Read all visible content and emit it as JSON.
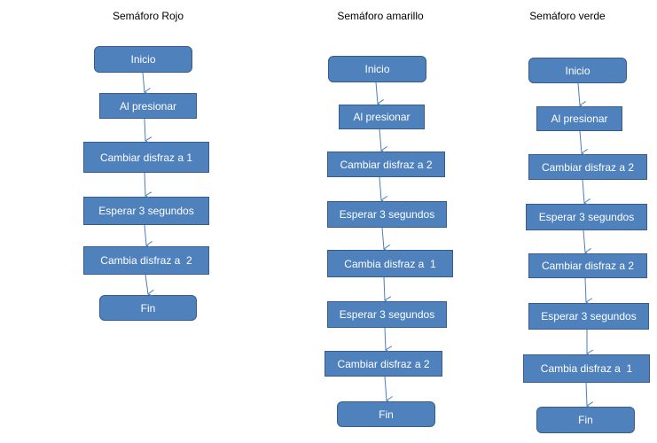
{
  "columns": [
    {
      "title": "Semáforo Rojo",
      "steps": [
        "Inicio",
        "Al presionar",
        "Cambiar disfraz a 1",
        "Esperar 3 segundos",
        "Cambia disfraz a  2",
        "Fin"
      ]
    },
    {
      "title": "Semáforo amarillo",
      "steps": [
        "Inicio",
        "Al presionar",
        "Cambiar disfraz a 2",
        "Esperar 3 segundos",
        "Cambia disfraz a  1",
        "Esperar 3 segundos",
        "Cambiar disfraz a 2",
        "Fin"
      ]
    },
    {
      "title": "Semáforo verde",
      "steps": [
        "Inicio",
        "Al presionar",
        "Cambiar disfraz a 2",
        "Esperar 3 segundos",
        "Cambiar disfraz a 2",
        "Esperar 3 segundos",
        "Cambia disfraz a  1",
        "Fin"
      ]
    }
  ],
  "colors": {
    "box_fill": "#4f81bd",
    "box_border": "#385d8a",
    "arrow": "#4a7ebb"
  }
}
